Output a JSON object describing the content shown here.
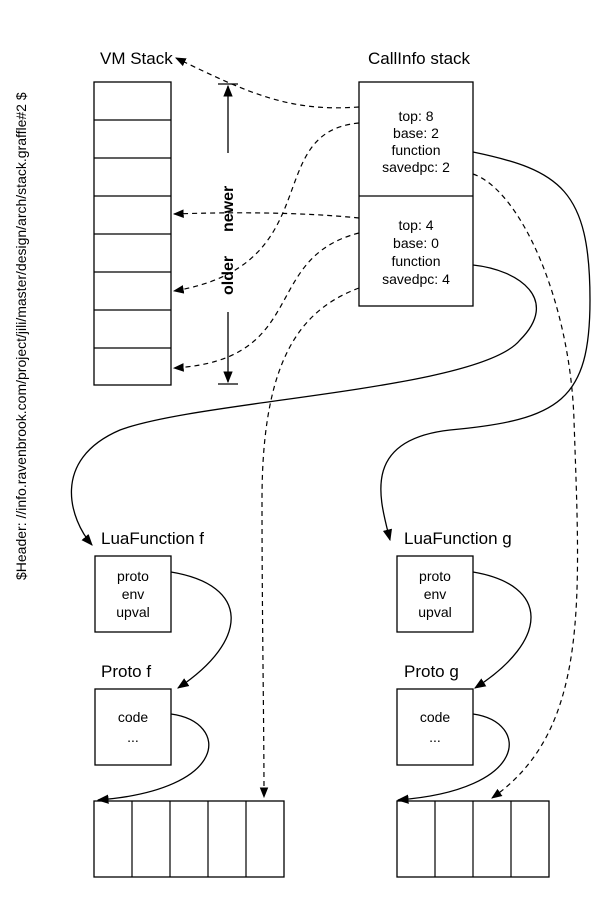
{
  "header": {
    "text": "$Header: //info.ravenbrook.com/project/jili/master/design/arch/stack.graffle#2 $"
  },
  "vm_stack": {
    "title": "VM Stack"
  },
  "callinfo": {
    "title": "CallInfo stack",
    "entries": [
      {
        "lines": [
          "top: 8",
          "base: 2",
          "function",
          "savedpc: 2"
        ]
      },
      {
        "lines": [
          "top: 4",
          "base: 0",
          "function",
          "savedpc: 4"
        ]
      }
    ]
  },
  "axis": {
    "newer": "newer",
    "older": "older"
  },
  "lua_function_f": {
    "title": "LuaFunction f",
    "fields": [
      "proto",
      "env",
      "upval"
    ]
  },
  "lua_function_g": {
    "title": "LuaFunction g",
    "fields": [
      "proto",
      "env",
      "upval"
    ]
  },
  "proto_f": {
    "title": "Proto f",
    "fields": [
      "code",
      "..."
    ]
  },
  "proto_g": {
    "title": "Proto g",
    "fields": [
      "code",
      "..."
    ]
  }
}
